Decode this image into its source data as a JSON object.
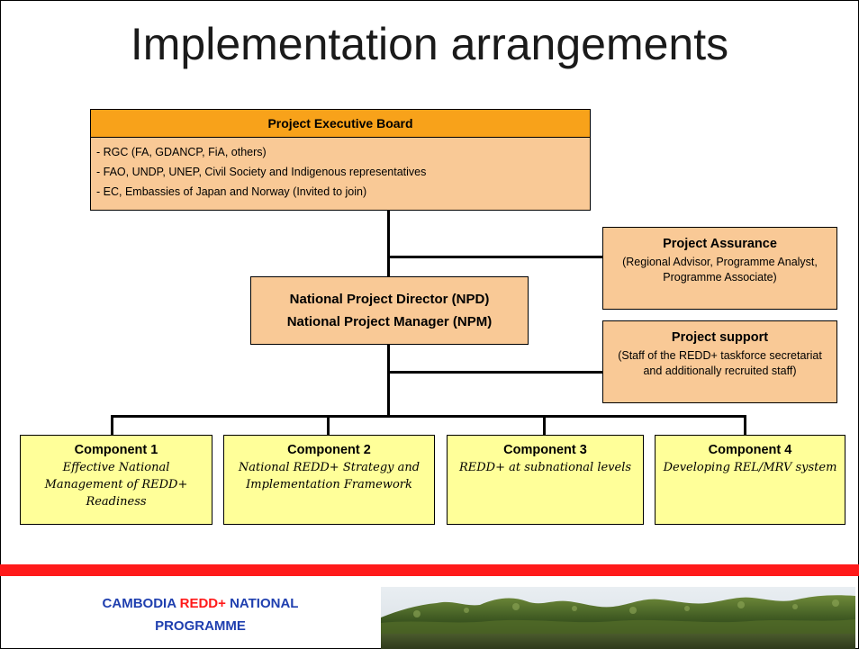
{
  "title": "Implementation arrangements",
  "board": {
    "heading": "Project Executive Board",
    "lines": [
      "- RGC (FA, GDANCP, FiA, others)",
      "- FAO, UNDP, UNEP, Civil Society and Indigenous representatives",
      "- EC, Embassies of Japan and Norway (Invited to join)"
    ]
  },
  "director": {
    "line1": "National Project Director (NPD)",
    "line2": "National Project Manager (NPM)"
  },
  "assurance": {
    "title": "Project Assurance",
    "text": "(Regional Advisor, Programme Analyst, Programme Associate)"
  },
  "support": {
    "title": "Project support",
    "text": "(Staff of the REDD+ taskforce secretariat and additionally recruited staff)"
  },
  "components": [
    {
      "title": "Component  1",
      "subtitle": "Effective National Management of REDD+ Readiness"
    },
    {
      "title": "Component 2",
      "subtitle": "National REDD+ Strategy and Implementation Framework"
    },
    {
      "title": "Component 3",
      "subtitle": "REDD+ at subnational levels"
    },
    {
      "title": "Component 4",
      "subtitle": "Developing REL/MRV system"
    }
  ],
  "footer": {
    "part1": "CAMBODIA ",
    "part2": "REDD+",
    "part3": " NATIONAL",
    "part4": "PROGRAMME"
  },
  "colors": {
    "board_header": "#f8a21a",
    "box_fill": "#f9c996",
    "component_fill": "#ffff99",
    "footer_text": "#1f3faf",
    "accent_red": "#ff1a1a"
  }
}
